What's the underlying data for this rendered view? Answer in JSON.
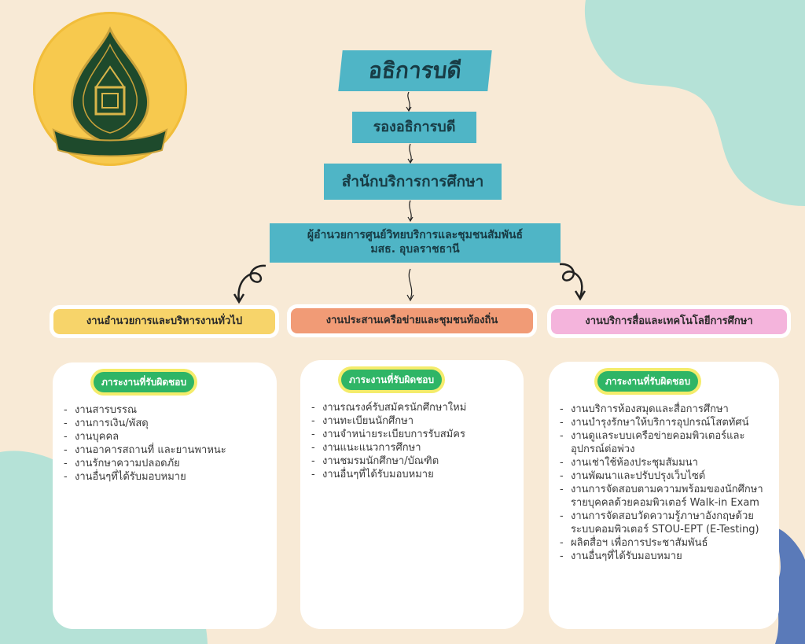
{
  "chart": {
    "top": "อธิการบดี",
    "vice": "รองอธิการบดี",
    "office": "สำนักบริการการศึกษา",
    "director_line1": "ผู้อำนวยการศูนย์วิทยบริการและชุมชนสัมพันธ์",
    "director_line2": "มสธ. อุบลราชธานี"
  },
  "departments": [
    {
      "title": "งานอำนวยการและบริหารงานทั่วไป",
      "color": "#f7d46a",
      "duties_label": "ภาระงานที่รับผิดชอบ",
      "items": [
        "งานสารบรรณ",
        "งานการเงิน/พัสดุ",
        "งานบุคคล",
        "งานอาคารสถานที่ และยานพาหนะ",
        "งานรักษาความปลอดภัย",
        "งานอื่นๆที่ได้รับมอบหมาย"
      ]
    },
    {
      "title": "งานประสานเครือข่ายและชุมชนท้องถิ่น",
      "color": "#f19b76",
      "duties_label": "ภาระงานที่รับผิดชอบ",
      "items": [
        "งานรณรงค์รับสมัครนักศึกษาใหม่",
        "งานทะเบียนนักศึกษา",
        "งานจำหน่ายระเบียบการรับสมัคร",
        "งานแนะแนวการศึกษา",
        "งานชมรมนักศึกษา/บัณฑิต",
        "งานอื่นๆที่ได้รับมอบหมาย"
      ]
    },
    {
      "title": "งานบริการสื่อและเทคโนโลยีการศึกษา",
      "color": "#f4b4dc",
      "duties_label": "ภาระงานที่รับผิดชอบ",
      "items": [
        "งานบริการห้องสมุดและสื่อการศึกษา",
        "งานบำรุงรักษาให้บริการอุปกรณ์โสตทัศน์",
        "งานดูแลระบบเครือข่ายคอมพิวเตอร์และอุปกรณ์ต่อพ่วง",
        "งานเช่าใช้ห้องประชุมสัมมนา",
        "งานพัฒนาและปรับปรุงเว็บไซต์",
        "งานการจัดสอบตามความพร้อมของนักศึกษารายบุคคลด้วยคอมพิวเตอร์ Walk-in Exam",
        "งานการจัดสอบวัดความรู้ภาษาอังกฤษด้วยระบบคอมพิวเตอร์ STOU-EPT (E-Testing)",
        "ผลิตสื่อฯ เพื่อการประชาสัมพันธ์",
        "งานอื่นๆที่ได้รับมอบหมาย"
      ]
    }
  ],
  "colors": {
    "background": "#f8ead6",
    "teal": "#4fb5c6",
    "mint": "#b5e2d7",
    "pill": "#2fb566",
    "emblem": "#f7c94e"
  },
  "icons": [
    "university-emblem-icon",
    "curly-arrow-icon"
  ]
}
